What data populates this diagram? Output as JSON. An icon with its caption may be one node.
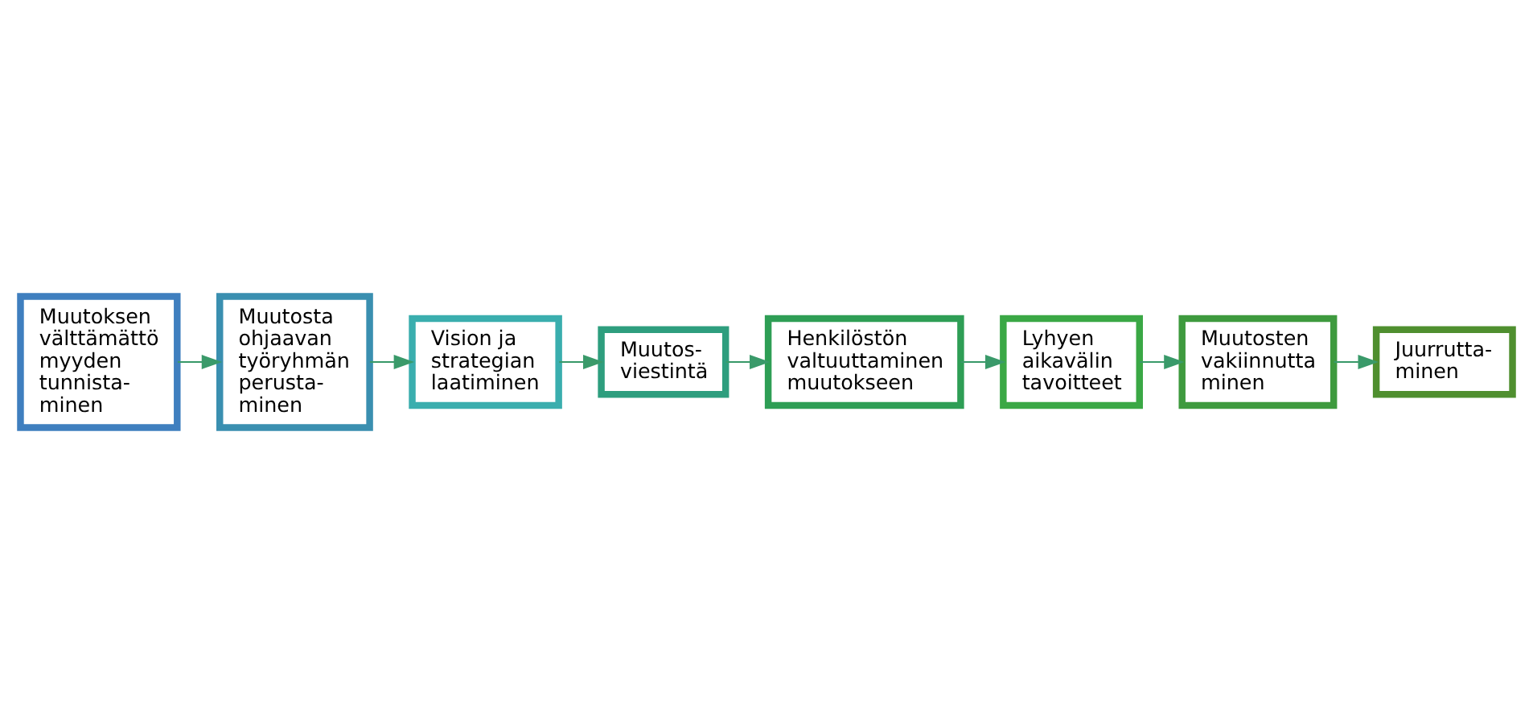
{
  "diagram": {
    "nodes": [
      {
        "text": [
          "Muutoksen välttämättö myyden tunnista- minen"
        ]
      },
      {
        "text": [
          "Muutosta ohjaavan työryhmän perusta- minen"
        ]
      },
      {
        "text": [
          "Vision ja strategian laatiminen"
        ]
      },
      {
        "text": [
          "Muutos- viestintä"
        ]
      },
      {
        "text": [
          "Henkilöstön valtuuttaminen muutokseen"
        ]
      },
      {
        "text": [
          "Lyhyen aikavälin tavoitteet"
        ]
      },
      {
        "text": [
          "Muutosten vakiinnutta minen"
        ]
      },
      {
        "text": [
          "Juurrutta- minen"
        ]
      }
    ],
    "edges": [
      {
        "from": 0,
        "to": 1,
        "arrow": "to"
      },
      {
        "from": 1,
        "to": 2,
        "arrow": "to"
      },
      {
        "from": 2,
        "to": 3,
        "arrow": "to"
      },
      {
        "from": 3,
        "to": 4,
        "arrow": "to"
      },
      {
        "from": 4,
        "to": 5,
        "arrow": "to"
      },
      {
        "from": 5,
        "to": 6,
        "arrow": "to"
      },
      {
        "from": 6,
        "to": 7,
        "arrow": "to"
      }
    ]
  }
}
